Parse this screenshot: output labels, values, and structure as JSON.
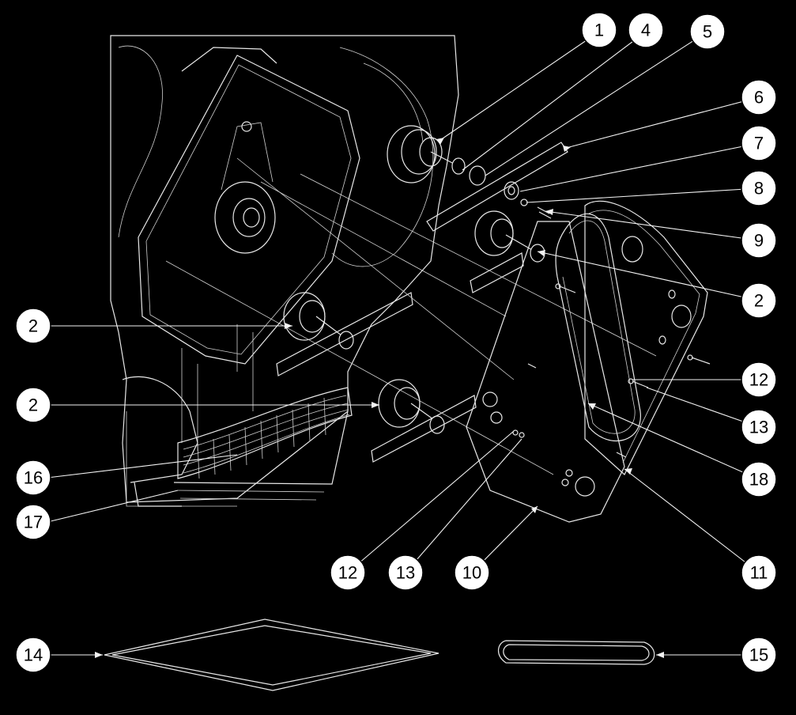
{
  "drawing": {
    "background": "#000000",
    "line_color": "#e8e8e8",
    "callouts": [
      {
        "id": "c1",
        "label": "1"
      },
      {
        "id": "c4",
        "label": "4"
      },
      {
        "id": "c5",
        "label": "5"
      },
      {
        "id": "c6",
        "label": "6"
      },
      {
        "id": "c7",
        "label": "7"
      },
      {
        "id": "c8",
        "label": "8"
      },
      {
        "id": "c9",
        "label": "9"
      },
      {
        "id": "c2a",
        "label": "2"
      },
      {
        "id": "c2b",
        "label": "2"
      },
      {
        "id": "c2c",
        "label": "2"
      },
      {
        "id": "c12a",
        "label": "12"
      },
      {
        "id": "c13a",
        "label": "13"
      },
      {
        "id": "c18",
        "label": "18"
      },
      {
        "id": "c11",
        "label": "11"
      },
      {
        "id": "c10",
        "label": "10"
      },
      {
        "id": "c13b",
        "label": "13"
      },
      {
        "id": "c12b",
        "label": "12"
      },
      {
        "id": "c16",
        "label": "16"
      },
      {
        "id": "c17",
        "label": "17"
      },
      {
        "id": "c14",
        "label": "14"
      },
      {
        "id": "c15",
        "label": "15"
      }
    ]
  }
}
